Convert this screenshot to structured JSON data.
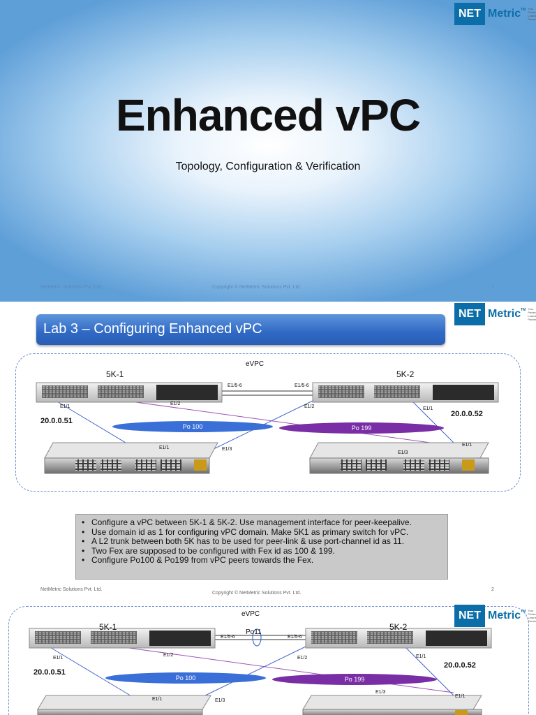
{
  "logo": {
    "net": "NET",
    "metric": "Metric",
    "tm": "TM",
    "tagline": "Your Perfect Learning Partner"
  },
  "slide1": {
    "title": "Enhanced vPC",
    "subtitle": "Topology, Configuration & Verification",
    "footer": {
      "left": "NetMetric Solutions Pvt. Ltd.",
      "center": "Copyright © NetMetric Solutions Pvt. Ltd.",
      "page": "1"
    }
  },
  "slide2": {
    "banner": "Lab 3 – Configuring Enhanced vPC",
    "topology": {
      "evpc": "eVPC",
      "sw1": "5K-1",
      "sw2": "5K-2",
      "ip1": "20.0.0.51",
      "ip2": "20.0.0.52",
      "po100": "Po 100",
      "po199": "Po 199",
      "ports": {
        "e15_6a": "E1/5-6",
        "e15_6b": "E1/5-6",
        "e11a": "E1/1",
        "e12a": "E1/2",
        "e12b": "E1/2",
        "e11b": "E1/1",
        "e11c": "E1/1",
        "e13a": "E1/3",
        "e11d": "E1/1",
        "e13b": "E1/3"
      }
    },
    "bullets": [
      "Configure a vPC between 5K-1 & 5K-2. Use management interface for peer-keepalive.",
      "Use domain id as 1 for configuring vPC domain. Make 5K1 as primary switch for vPC.",
      "A L2 trunk between both 5K has to be used for peer-link & use port-channel id as 11.",
      "Two Fex are supposed to be configured with Fex id as 100 & 199.",
      "Configure Po100 & Po199 from vPC peers towards the Fex."
    ],
    "footer": {
      "left": "NetMetric Solutions Pvt. Ltd.",
      "center": "Copyright © NetMetric Solutions Pvt. Ltd.",
      "page": "2"
    }
  },
  "slide3": {
    "topology": {
      "evpc": "eVPC",
      "po11": "Po11",
      "sw1": "5K-1",
      "sw2": "5K-2",
      "ip1": "20.0.0.51",
      "ip2": "20.0.0.52",
      "po100": "Po 100",
      "po199": "Po 199",
      "ports": {
        "e15_6a": "E1/5-6",
        "e15_6b": "E1/5-6",
        "e11a": "E1/1",
        "e12a": "E1/2",
        "e12b": "E1/2",
        "e11b": "E1/1",
        "e11c": "E1/1",
        "e13a": "E1/3",
        "e13b": "E1/3",
        "e11d": "E1/1"
      }
    }
  },
  "colors": {
    "brand": "#0b6ea8",
    "po100": "#3b6fd8",
    "po199": "#7a2ea6",
    "banner": "#3a70c8"
  }
}
